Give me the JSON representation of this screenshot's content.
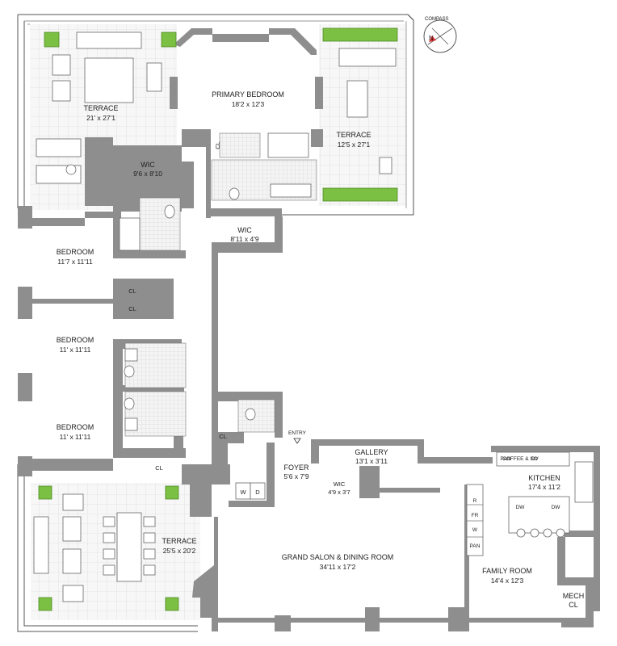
{
  "compass": {
    "label": "COMPASS",
    "north": "N"
  },
  "rooms": {
    "terrace_west": {
      "name": "TERRACE",
      "dims": "21' x 27'1"
    },
    "primary_bedroom": {
      "name": "PRIMARY BEDROOM",
      "dims": "18'2 x 12'3"
    },
    "terrace_east": {
      "name": "TERRACE",
      "dims": "12'5 x 27'1"
    },
    "wic_primary": {
      "name": "WIC",
      "dims": "9'6 x 8'10"
    },
    "wic_hall": {
      "name": "WIC",
      "dims": "8'11 x 4'9"
    },
    "bedroom_1": {
      "name": "BEDROOM",
      "dims": "11'7 x 11'11"
    },
    "bedroom_2": {
      "name": "BEDROOM",
      "dims": "11' x 11'11"
    },
    "bedroom_3": {
      "name": "BEDROOM",
      "dims": "11' x 11'11"
    },
    "terrace_south": {
      "name": "TERRACE",
      "dims": "25'5 x 20'2"
    },
    "gallery": {
      "name": "GALLERY",
      "dims": "13'1 x 3'11"
    },
    "foyer": {
      "name": "FOYER",
      "dims": "5'6 x 7'9"
    },
    "wic_foyer": {
      "name": "WIC",
      "dims": "4'9 x 3'7"
    },
    "kitchen": {
      "name": "KITCHEN",
      "dims": "17'4 x 11'2"
    },
    "grand_salon": {
      "name": "GRAND SALON & DINING ROOM",
      "dims": "34'11 x 17'2"
    },
    "family_room": {
      "name": "FAMILY ROOM",
      "dims": "14'4 x 12'3"
    },
    "mech": {
      "name": "MECH",
      "sub": "CL"
    }
  },
  "labels": {
    "entry": "ENTRY",
    "cl": "CL",
    "washer": "W",
    "dryer": "D",
    "pantry": "PAN",
    "coffee": "COFFEE & SO",
    "oven": "OV",
    "dishwasher": "DW",
    "fridge": "R",
    "freezer": "FR",
    "wine": "W"
  }
}
